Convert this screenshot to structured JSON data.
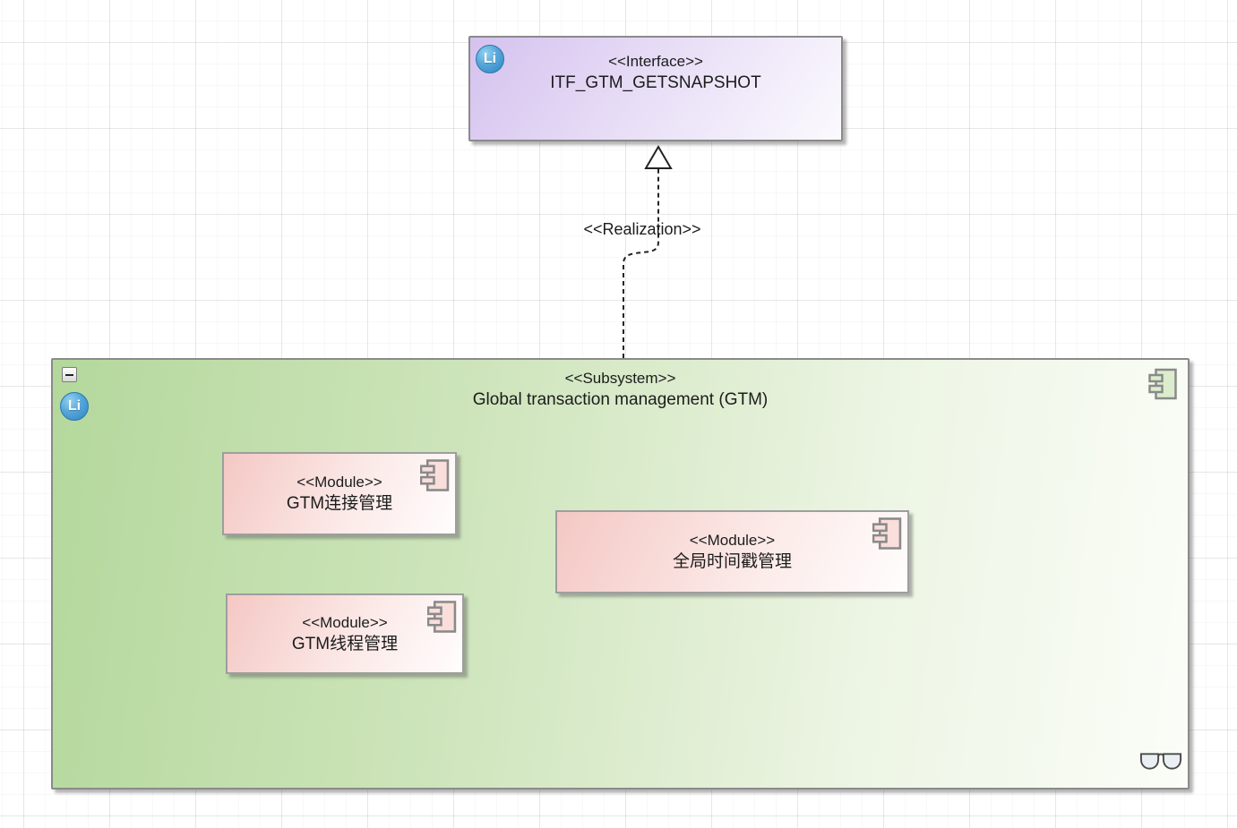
{
  "diagram": {
    "interface_box": {
      "badge": "Li",
      "stereotype": "<<Interface>>",
      "name": "ITF_GTM_GETSNAPSHOT"
    },
    "connector": {
      "type": "realization-dashed-arrow",
      "label": "<<Realization>>"
    },
    "subsystem_box": {
      "badge": "Li",
      "stereotype": "<<Subsystem>>",
      "name": "Global transaction management (GTM)",
      "modules": [
        {
          "stereotype": "<<Module>>",
          "name": "GTM连接管理"
        },
        {
          "stereotype": "<<Module>>",
          "name": "全局时间戳管理"
        },
        {
          "stereotype": "<<Module>>",
          "name": "GTM线程管理"
        }
      ]
    },
    "icons": {
      "component": "uml-component-icon",
      "collapse": "minus-collapse-button",
      "badge": "li-circle-badge",
      "glasses": "glasses-icon"
    },
    "colors": {
      "interface_fill_start": "#d4c2ee",
      "interface_fill_end": "#fbfafe",
      "subsystem_fill_start": "#b4d89c",
      "subsystem_fill_end": "#fbfdf8",
      "module_fill_start": "#f4c8c4",
      "module_fill_end": "#fffdfd",
      "badge_blue": "#2f83c0",
      "border_gray": "#8a8a8a",
      "connector_color": "#222222"
    }
  }
}
